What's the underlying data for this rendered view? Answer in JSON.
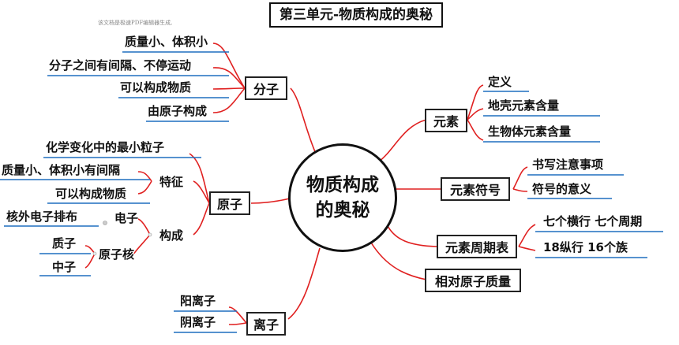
{
  "watermark": "该文档是极速PDF编辑器生成,",
  "title": "第三单元-物质构成的奥秘",
  "center": {
    "line1": "物质构成",
    "line2": "的奥秘"
  },
  "molecule": {
    "label": "分子",
    "items": [
      "质量小、体积小",
      "分子之间有间隔、不停运动",
      "可以构成物质",
      "由原子构成"
    ]
  },
  "atom": {
    "label": "原子",
    "item1": "化学变化中的最小粒子",
    "feature": {
      "label": "特征",
      "items": [
        "质量小、体积小有间隔",
        "可以构成物质"
      ]
    },
    "composition": {
      "label": "构成",
      "electron": {
        "label": "电子",
        "item": "核外电子排布"
      },
      "nucleus": {
        "label": "原子核",
        "items": [
          "质子",
          "中子"
        ]
      }
    }
  },
  "ion": {
    "label": "离子",
    "items": [
      "阳离子",
      "阴离子"
    ]
  },
  "element": {
    "label": "元素",
    "items": [
      "定义",
      "地壳元素含量",
      "生物体元素含量"
    ]
  },
  "symbol": {
    "label": "元素符号",
    "items": [
      "书写注意事项",
      "符号的意义"
    ]
  },
  "periodic": {
    "label": "元素周期表",
    "items": [
      "七个横行 七个周期",
      "18纵行 16个族"
    ]
  },
  "relative_mass": {
    "label": "相对原子质量"
  },
  "colors": {
    "branch": "#e02020",
    "underline": "#1f6fbf",
    "border": "#222222"
  }
}
